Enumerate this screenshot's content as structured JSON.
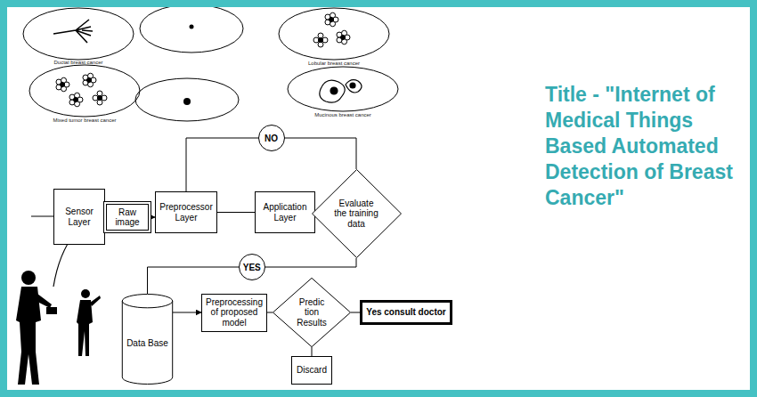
{
  "diagram": {
    "title": "Title - \"Internet of Medical Things Based Automated Detection of Breast Cancer\"",
    "nodes": [
      {
        "text": [
          "Sensor Layer"
        ]
      },
      {
        "text": [
          "Raw image"
        ]
      },
      {
        "text": [
          "Preprocessor Layer"
        ]
      },
      {
        "text": [
          "Application Layer"
        ]
      },
      {
        "text": [
          "Evaluate the training data"
        ]
      },
      {
        "text": [
          "Data Base"
        ]
      },
      {
        "text": [
          "Preprocessing of proposed model"
        ]
      },
      {
        "text": [
          "Predic tion Results"
        ]
      },
      {
        "text": [
          "Yes consult doctor"
        ]
      },
      {
        "text": [
          "Discard"
        ]
      }
    ],
    "edges": [
      {
        "from": 0,
        "to": 1,
        "arrow": "none"
      },
      {
        "from": 1,
        "to": 2,
        "arrow": "to"
      },
      {
        "from": 2,
        "to": 3,
        "arrow": "none"
      },
      {
        "from": 3,
        "to": 4,
        "arrow": "none"
      },
      {
        "from": 4,
        "to": 2,
        "label": "NO",
        "arrow": "none"
      },
      {
        "from": 4,
        "to": 5,
        "label": "YES",
        "arrow": "none"
      },
      {
        "from": 5,
        "to": 6,
        "arrow": "to"
      },
      {
        "from": 6,
        "to": 7,
        "arrow": "none"
      },
      {
        "from": 7,
        "to": 8,
        "arrow": "none"
      },
      {
        "from": 7,
        "to": 9,
        "arrow": "none"
      }
    ],
    "labels": [
      "Ductal breast cancer",
      "Lobular breast cancer",
      "Mixed tumor breast cancer",
      "Mucinous breast cancer"
    ]
  }
}
